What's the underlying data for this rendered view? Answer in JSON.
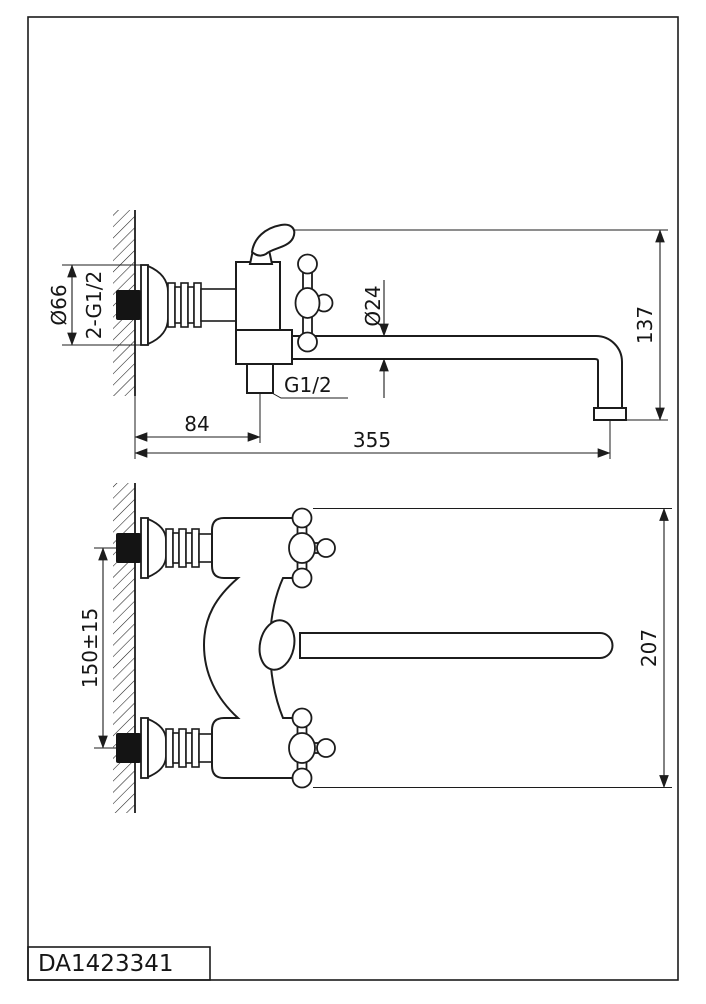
{
  "page": {
    "background": "#ffffff",
    "line_color": "#1c1c1c"
  },
  "title_block": {
    "part_number": "DA1423341"
  },
  "side_view": {
    "dims": {
      "escutcheon_diameter": "Ø66",
      "wall_thread": "2-G1/2",
      "spout_diameter": "Ø24",
      "drop_height": "137",
      "outlet_thread": "G1/2",
      "wall_to_outlet": "84",
      "spout_reach": "355"
    }
  },
  "front_view": {
    "dims": {
      "inlet_spacing": "150±15",
      "overall_height": "207"
    }
  }
}
